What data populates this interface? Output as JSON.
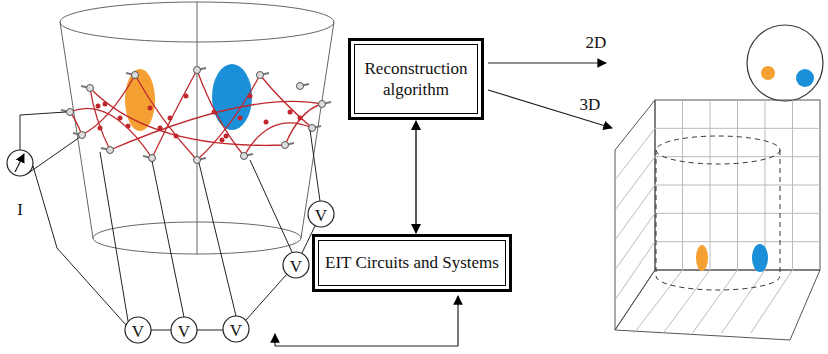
{
  "diagram": {
    "nodes": [
      {
        "text": [
          "Reconstruction algorithm"
        ]
      },
      {
        "text": [
          "EIT Circuits and Systems"
        ]
      }
    ],
    "edges": [
      {
        "from": 0,
        "to": 1,
        "arrow": "both"
      }
    ],
    "labels": [
      "I",
      "V",
      "V",
      "V",
      "V",
      "V",
      "2D",
      "3D"
    ]
  }
}
